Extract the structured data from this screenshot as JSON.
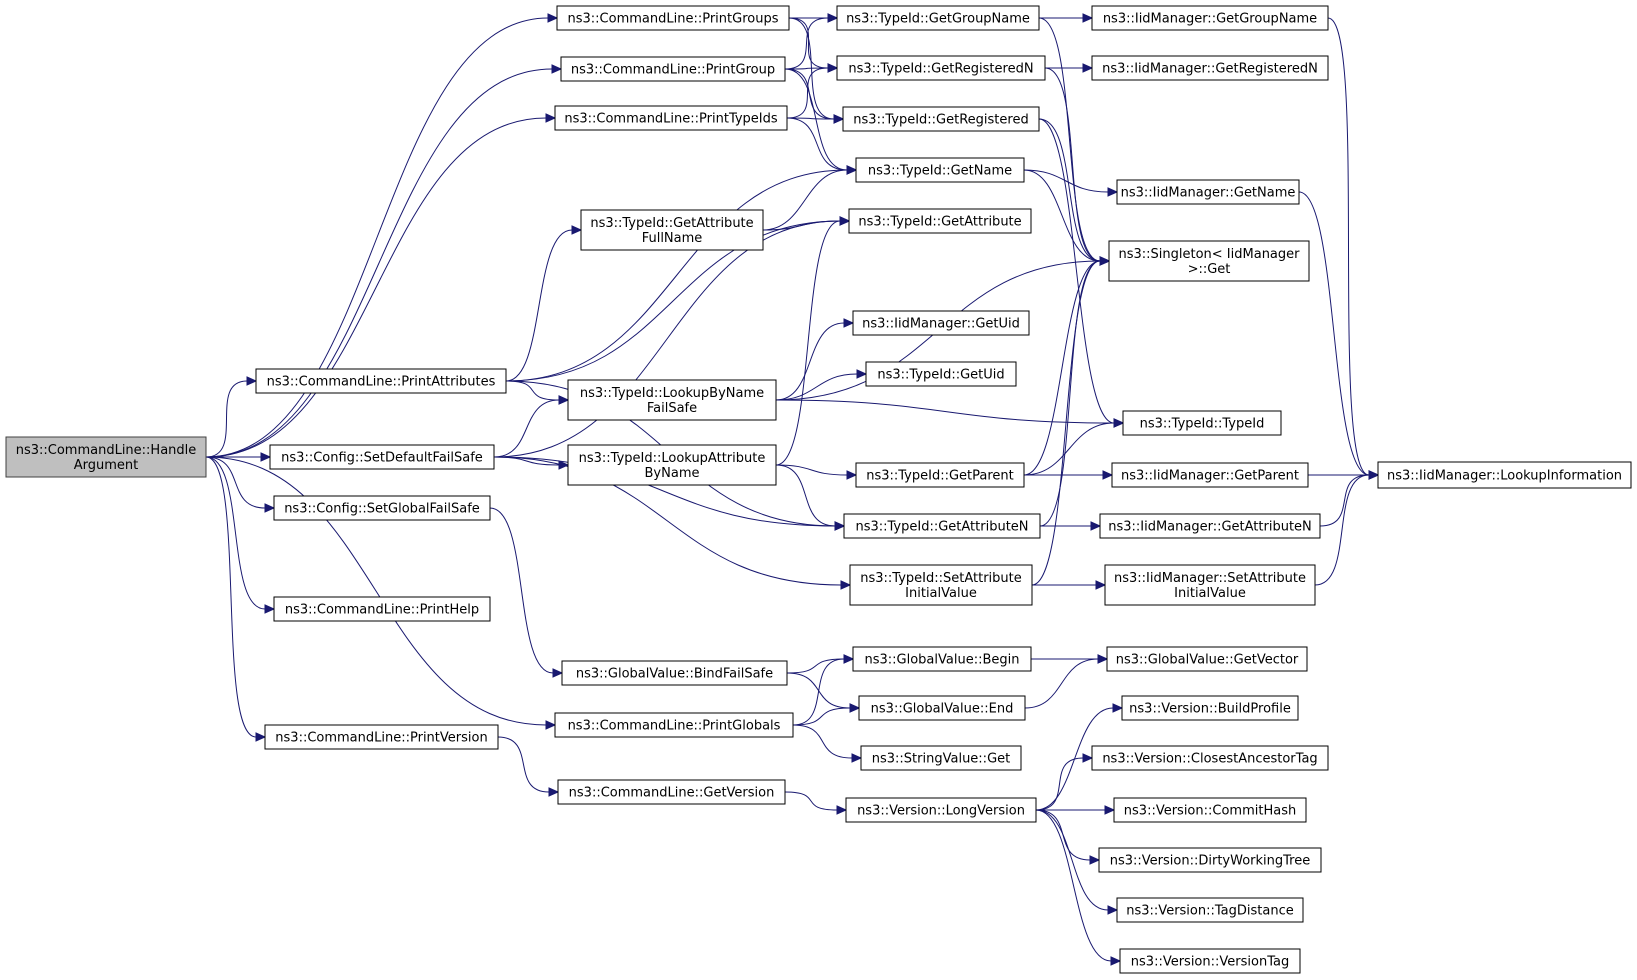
{
  "colors": {
    "edge": "#191970",
    "root_fill": "#bfbfbf",
    "node_fill": "#ffffff",
    "node_border": "#000000"
  },
  "nodes": {
    "handle_argument": {
      "lines": [
        "ns3::CommandLine::Handle",
        "Argument"
      ],
      "root": true
    },
    "print_groups": {
      "lines": [
        "ns3::CommandLine::PrintGroups"
      ]
    },
    "print_group": {
      "lines": [
        "ns3::CommandLine::PrintGroup"
      ]
    },
    "print_typeids": {
      "lines": [
        "ns3::CommandLine::PrintTypeIds"
      ]
    },
    "print_attributes": {
      "lines": [
        "ns3::CommandLine::PrintAttributes"
      ]
    },
    "set_default_failsafe": {
      "lines": [
        "ns3::Config::SetDefaultFailSafe"
      ]
    },
    "set_global_failsafe": {
      "lines": [
        "ns3::Config::SetGlobalFailSafe"
      ]
    },
    "print_help": {
      "lines": [
        "ns3::CommandLine::PrintHelp"
      ]
    },
    "print_version": {
      "lines": [
        "ns3::CommandLine::PrintVersion"
      ]
    },
    "print_globals": {
      "lines": [
        "ns3::CommandLine::PrintGlobals"
      ]
    },
    "bind_failsafe": {
      "lines": [
        "ns3::GlobalValue::BindFailSafe"
      ]
    },
    "get_version": {
      "lines": [
        "ns3::CommandLine::GetVersion"
      ]
    },
    "get_attribute_fullname": {
      "lines": [
        "ns3::TypeId::GetAttribute",
        "FullName"
      ]
    },
    "lookup_by_name_failsafe": {
      "lines": [
        "ns3::TypeId::LookupByName",
        "FailSafe"
      ]
    },
    "lookup_attribute_by_name": {
      "lines": [
        "ns3::TypeId::LookupAttribute",
        "ByName"
      ]
    },
    "typeid_get_group_name": {
      "lines": [
        "ns3::TypeId::GetGroupName"
      ]
    },
    "typeid_get_registered_n": {
      "lines": [
        "ns3::TypeId::GetRegisteredN"
      ]
    },
    "typeid_get_registered": {
      "lines": [
        "ns3::TypeId::GetRegistered"
      ]
    },
    "typeid_get_name": {
      "lines": [
        "ns3::TypeId::GetName"
      ]
    },
    "typeid_get_attribute": {
      "lines": [
        "ns3::TypeId::GetAttribute"
      ]
    },
    "iid_get_uid": {
      "lines": [
        "ns3::IidManager::GetUid"
      ]
    },
    "typeid_get_uid": {
      "lines": [
        "ns3::TypeId::GetUid"
      ]
    },
    "typeid_get_parent": {
      "lines": [
        "ns3::TypeId::GetParent"
      ]
    },
    "typeid_get_attribute_n": {
      "lines": [
        "ns3::TypeId::GetAttributeN"
      ]
    },
    "typeid_set_attribute_initial": {
      "lines": [
        "ns3::TypeId::SetAttribute",
        "InitialValue"
      ]
    },
    "gv_begin": {
      "lines": [
        "ns3::GlobalValue::Begin"
      ]
    },
    "gv_end": {
      "lines": [
        "ns3::GlobalValue::End"
      ]
    },
    "string_value_get": {
      "lines": [
        "ns3::StringValue::Get"
      ]
    },
    "version_long": {
      "lines": [
        "ns3::Version::LongVersion"
      ]
    },
    "iid_get_group_name": {
      "lines": [
        "ns3::IidManager::GetGroupName"
      ]
    },
    "iid_get_registered_n": {
      "lines": [
        "ns3::IidManager::GetRegisteredN"
      ]
    },
    "iid_get_name": {
      "lines": [
        "ns3::IidManager::GetName"
      ]
    },
    "singleton_get": {
      "lines": [
        "ns3::Singleton< IidManager",
        ">::Get"
      ]
    },
    "typeid_typeid": {
      "lines": [
        "ns3::TypeId::TypeId"
      ]
    },
    "iid_get_parent": {
      "lines": [
        "ns3::IidManager::GetParent"
      ]
    },
    "iid_get_attribute_n": {
      "lines": [
        "ns3::IidManager::GetAttributeN"
      ]
    },
    "iid_set_attribute_initial": {
      "lines": [
        "ns3::IidManager::SetAttribute",
        "InitialValue"
      ]
    },
    "gv_get_vector": {
      "lines": [
        "ns3::GlobalValue::GetVector"
      ]
    },
    "version_build_profile": {
      "lines": [
        "ns3::Version::BuildProfile"
      ]
    },
    "version_closest_ancestor": {
      "lines": [
        "ns3::Version::ClosestAncestorTag"
      ]
    },
    "version_commit_hash": {
      "lines": [
        "ns3::Version::CommitHash"
      ]
    },
    "version_dirty": {
      "lines": [
        "ns3::Version::DirtyWorkingTree"
      ]
    },
    "version_tag_distance": {
      "lines": [
        "ns3::Version::TagDistance"
      ]
    },
    "version_tag": {
      "lines": [
        "ns3::Version::VersionTag"
      ]
    },
    "iid_lookup_information": {
      "lines": [
        "ns3::IidManager::LookupInformation"
      ]
    }
  },
  "edges": [
    [
      "handle_argument",
      "print_groups"
    ],
    [
      "handle_argument",
      "print_group"
    ],
    [
      "handle_argument",
      "print_typeids"
    ],
    [
      "handle_argument",
      "print_attributes"
    ],
    [
      "handle_argument",
      "set_default_failsafe"
    ],
    [
      "handle_argument",
      "set_global_failsafe"
    ],
    [
      "handle_argument",
      "print_help"
    ],
    [
      "handle_argument",
      "print_globals"
    ],
    [
      "handle_argument",
      "print_version"
    ],
    [
      "print_groups",
      "typeid_get_group_name"
    ],
    [
      "print_groups",
      "typeid_get_registered_n"
    ],
    [
      "print_groups",
      "typeid_get_registered"
    ],
    [
      "print_group",
      "typeid_get_group_name"
    ],
    [
      "print_group",
      "typeid_get_registered_n"
    ],
    [
      "print_group",
      "typeid_get_registered"
    ],
    [
      "print_group",
      "typeid_get_name"
    ],
    [
      "print_typeids",
      "typeid_get_registered_n"
    ],
    [
      "print_typeids",
      "typeid_get_registered"
    ],
    [
      "print_typeids",
      "typeid_get_name"
    ],
    [
      "print_attributes",
      "typeid_get_name"
    ],
    [
      "print_attributes",
      "get_attribute_fullname"
    ],
    [
      "print_attributes",
      "typeid_get_attribute"
    ],
    [
      "print_attributes",
      "lookup_by_name_failsafe"
    ],
    [
      "print_attributes",
      "typeid_get_attribute_n"
    ],
    [
      "set_default_failsafe",
      "typeid_get_attribute"
    ],
    [
      "set_default_failsafe",
      "lookup_by_name_failsafe"
    ],
    [
      "set_default_failsafe",
      "lookup_attribute_by_name"
    ],
    [
      "set_default_failsafe",
      "typeid_get_attribute_n"
    ],
    [
      "set_default_failsafe",
      "typeid_set_attribute_initial"
    ],
    [
      "set_global_failsafe",
      "bind_failsafe"
    ],
    [
      "print_globals",
      "gv_begin"
    ],
    [
      "print_globals",
      "gv_end"
    ],
    [
      "print_globals",
      "string_value_get"
    ],
    [
      "bind_failsafe",
      "gv_begin"
    ],
    [
      "bind_failsafe",
      "gv_end"
    ],
    [
      "print_version",
      "get_version"
    ],
    [
      "get_version",
      "version_long"
    ],
    [
      "get_attribute_fullname",
      "typeid_get_name"
    ],
    [
      "get_attribute_fullname",
      "typeid_get_attribute"
    ],
    [
      "lookup_by_name_failsafe",
      "singleton_get"
    ],
    [
      "lookup_by_name_failsafe",
      "iid_get_uid"
    ],
    [
      "lookup_by_name_failsafe",
      "typeid_get_uid"
    ],
    [
      "lookup_by_name_failsafe",
      "typeid_typeid"
    ],
    [
      "lookup_attribute_by_name",
      "typeid_get_attribute"
    ],
    [
      "lookup_attribute_by_name",
      "typeid_get_parent"
    ],
    [
      "lookup_attribute_by_name",
      "typeid_get_attribute_n"
    ],
    [
      "typeid_get_group_name",
      "iid_get_group_name"
    ],
    [
      "typeid_get_group_name",
      "singleton_get"
    ],
    [
      "typeid_get_registered_n",
      "iid_get_registered_n"
    ],
    [
      "typeid_get_registered_n",
      "singleton_get"
    ],
    [
      "typeid_get_registered",
      "singleton_get"
    ],
    [
      "typeid_get_registered",
      "typeid_typeid"
    ],
    [
      "typeid_get_name",
      "iid_get_name"
    ],
    [
      "typeid_get_name",
      "singleton_get"
    ],
    [
      "typeid_get_parent",
      "singleton_get"
    ],
    [
      "typeid_get_parent",
      "typeid_typeid"
    ],
    [
      "typeid_get_parent",
      "iid_get_parent"
    ],
    [
      "typeid_get_attribute_n",
      "singleton_get"
    ],
    [
      "typeid_get_attribute_n",
      "iid_get_attribute_n"
    ],
    [
      "typeid_set_attribute_initial",
      "singleton_get"
    ],
    [
      "typeid_set_attribute_initial",
      "iid_set_attribute_initial"
    ],
    [
      "gv_begin",
      "gv_get_vector"
    ],
    [
      "gv_end",
      "gv_get_vector"
    ],
    [
      "version_long",
      "version_build_profile"
    ],
    [
      "version_long",
      "version_closest_ancestor"
    ],
    [
      "version_long",
      "version_commit_hash"
    ],
    [
      "version_long",
      "version_dirty"
    ],
    [
      "version_long",
      "version_tag_distance"
    ],
    [
      "version_long",
      "version_tag"
    ],
    [
      "iid_get_group_name",
      "iid_lookup_information"
    ],
    [
      "iid_get_name",
      "iid_lookup_information"
    ],
    [
      "iid_get_parent",
      "iid_lookup_information"
    ],
    [
      "iid_get_attribute_n",
      "iid_lookup_information"
    ],
    [
      "iid_set_attribute_initial",
      "iid_lookup_information"
    ]
  ]
}
